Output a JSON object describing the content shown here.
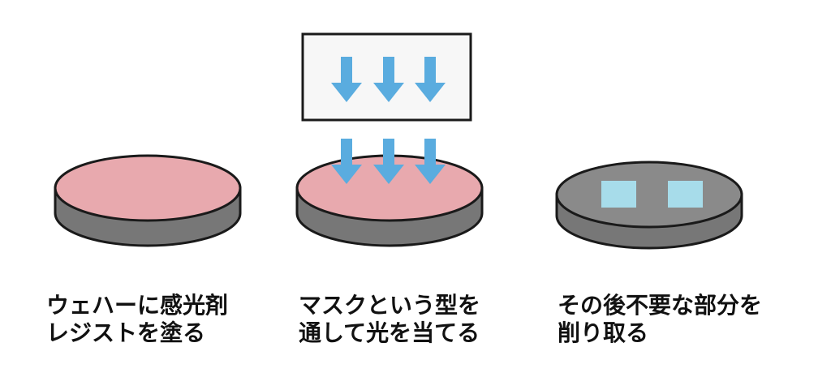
{
  "steps": [
    {
      "caption_line1": "ウェハーに感光剤",
      "caption_line2": "レジストを塗る",
      "wafer_top_color": "#e8a9ae"
    },
    {
      "caption_line1": "マスクという型を",
      "caption_line2": "通して光を当てる",
      "wafer_top_color": "#e8a9ae",
      "arrow_color": "#5aacdf",
      "mask_fill": "#f7f7f7"
    },
    {
      "caption_line1": "その後不要な部分を",
      "caption_line2": "削り取る",
      "wafer_top_color": "#8a8a8a",
      "pattern_color": "#a7dcea"
    }
  ],
  "colors": {
    "wafer_side": "#777777",
    "outline": "#1a1a1a"
  },
  "icons": [
    "wafer-icon",
    "mask-icon",
    "light-arrow-icon",
    "pattern-square-icon"
  ]
}
